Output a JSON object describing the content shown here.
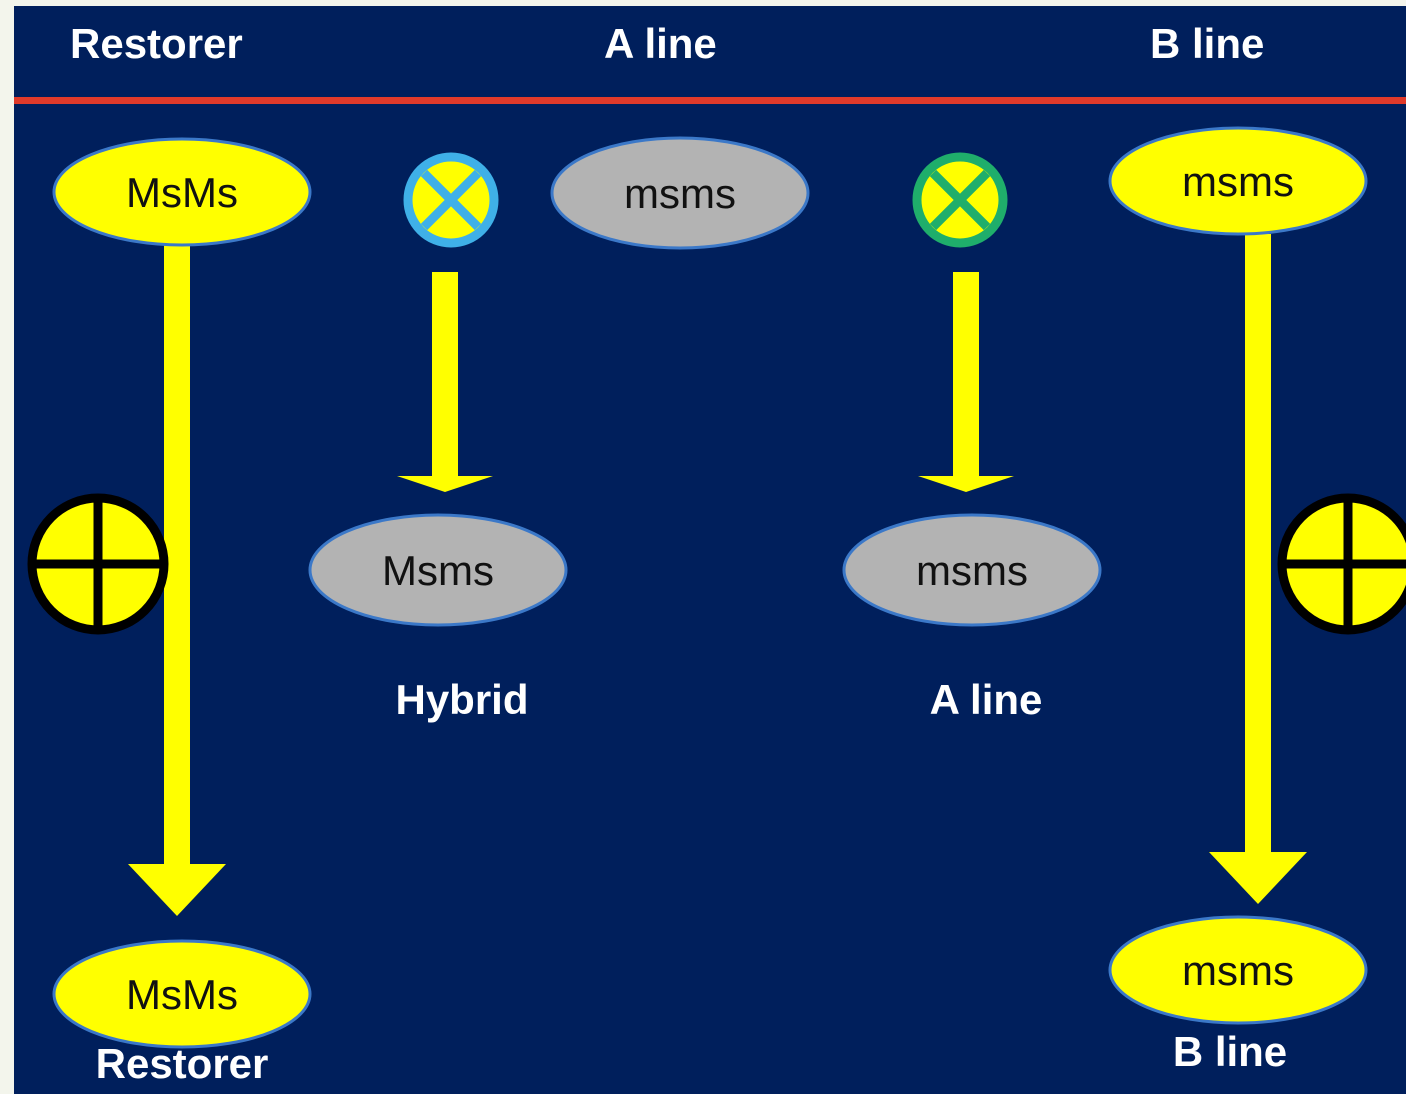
{
  "header": {
    "col1": "Restorer",
    "col2": "A line",
    "col3": "B line"
  },
  "nodes": {
    "restorer_top": "MsMs",
    "restorer_bottom": "MsMs",
    "a_line_top": "msms",
    "hybrid_result": "Msms",
    "a_line_result": "msms",
    "b_line_top": "msms",
    "b_line_bottom": "msms"
  },
  "labels": {
    "hybrid": "Hybrid",
    "a_line": "A line",
    "restorer": "Restorer",
    "b_line": "B line"
  },
  "symbols": {
    "female_cross_1": "crossed-circle-icon",
    "female_cross_2": "crossed-circle-icon",
    "male_self_1": "selfing-cross-icon",
    "male_self_2": "selfing-cross-icon"
  },
  "colors": {
    "background": "#001f5c",
    "header_rule": "#e03a2a",
    "arrow": "#ffff00",
    "yellow_oval": "#ffff00",
    "gray_oval": "#b3b3b3",
    "oval_outline": "#3b78c8",
    "cross_ring_blue": "#3fb0e8",
    "cross_ring_green": "#1fae6b"
  }
}
